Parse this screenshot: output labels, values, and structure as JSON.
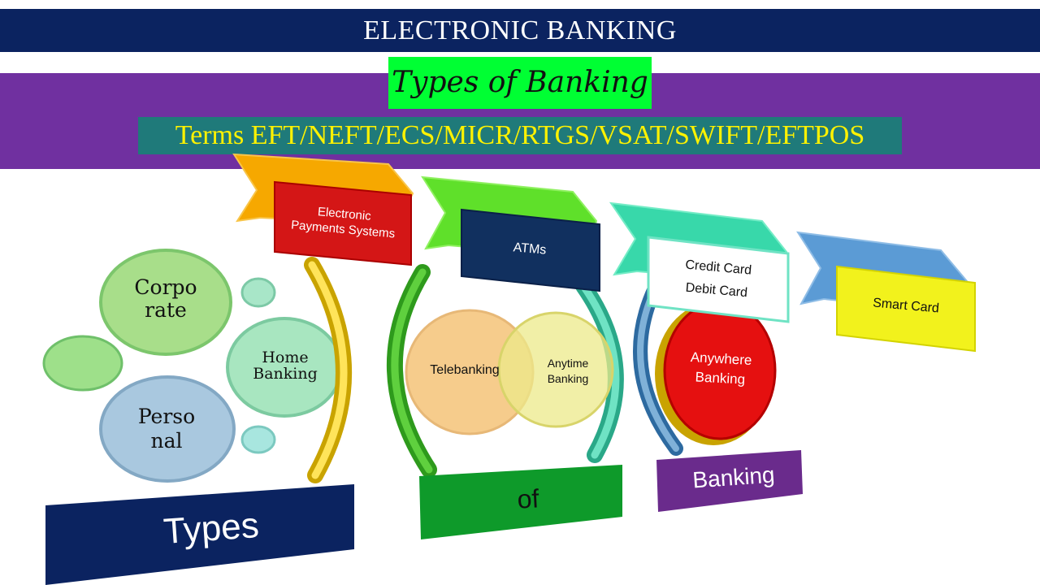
{
  "header": {
    "title": "ELECTRONIC BANKING"
  },
  "subtitle": {
    "types_of_banking": "Types of Banking",
    "terms": "Terms EFT/NEFT/ECS/MICR/RTGS/VSAT/SWIFT/EFTPOS"
  },
  "circles": {
    "corporate": "Corpo\nrate",
    "personal": "Perso\nnal",
    "home_banking": "Home\nBanking",
    "telebanking": "Telebanking",
    "anytime_banking": "Anytime\nBanking",
    "anywhere_banking": "Anywhere\nBanking"
  },
  "banners": {
    "electronic_payments": "Electronic\nPayments Systems",
    "atms": "ATMs",
    "cards": "Credit Card\nDebit Card",
    "smart_card": "Smart Card"
  },
  "footer_words": {
    "types": "Types",
    "of": "of",
    "banking": "Banking"
  },
  "colors": {
    "title_bg": "#0b2360",
    "purple": "#7030a0",
    "green": "#00ff33",
    "teal": "#1f7a7a",
    "yellow_text": "#fff200"
  }
}
